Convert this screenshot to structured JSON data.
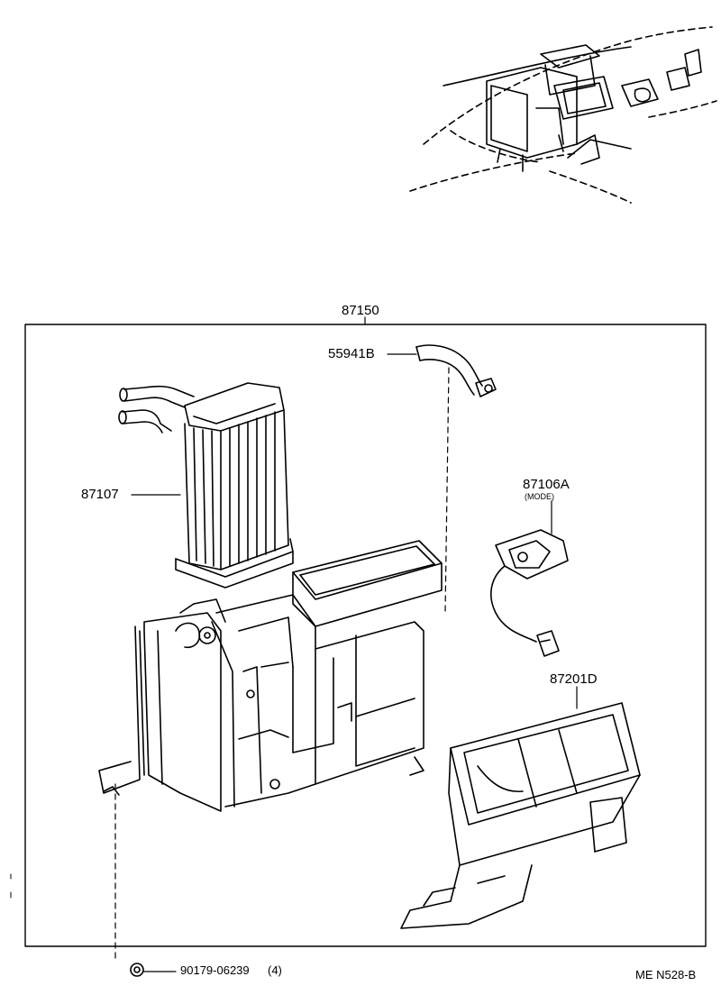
{
  "diagram": {
    "assembly_label": "87150",
    "parts": {
      "hose": "55941B",
      "heater_core": "87107",
      "servo": "87106A",
      "servo_note": "(MODE)",
      "duct": "87201D",
      "clip_number": "90179-06239",
      "clip_qty": "(4)"
    },
    "figure_code": "ME N528-B"
  },
  "colors": {
    "ink": "#000000",
    "paper": "#ffffff"
  }
}
